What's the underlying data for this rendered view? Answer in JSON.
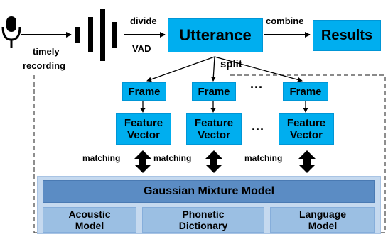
{
  "top": {
    "mic_label_line1": "timely",
    "mic_label_line2": "recording",
    "divide_label": "divide",
    "vad_label": "VAD",
    "utterance": "Utterance",
    "combine_label": "combine",
    "results": "Results",
    "split_label": "split"
  },
  "frames": {
    "frame1": "Frame",
    "frame2": "Frame",
    "frame3": "Frame",
    "dots": "···"
  },
  "features": {
    "fv1_line1": "Feature",
    "fv1_line2": "Vector",
    "fv2_line1": "Feature",
    "fv2_line2": "Vector",
    "fv3_line1": "Feature",
    "fv3_line2": "Vector",
    "dots": "···"
  },
  "matching": {
    "m1": "matching",
    "m2": "matching",
    "m3": "matching"
  },
  "model": {
    "gmm": "Gaussian Mixture Model",
    "acoustic_line1": "Acoustic",
    "acoustic_line2": "Model",
    "phonetic_line1": "Phonetic",
    "phonetic_line2": "Dictionary",
    "language_line1": "Language",
    "language_line2": "Model"
  },
  "colors": {
    "process_box": "#00aeef",
    "gmm_bar": "#5b8cc4",
    "gmm_outer": "#c5d9ef",
    "sub_model": "#9bbfe3"
  }
}
